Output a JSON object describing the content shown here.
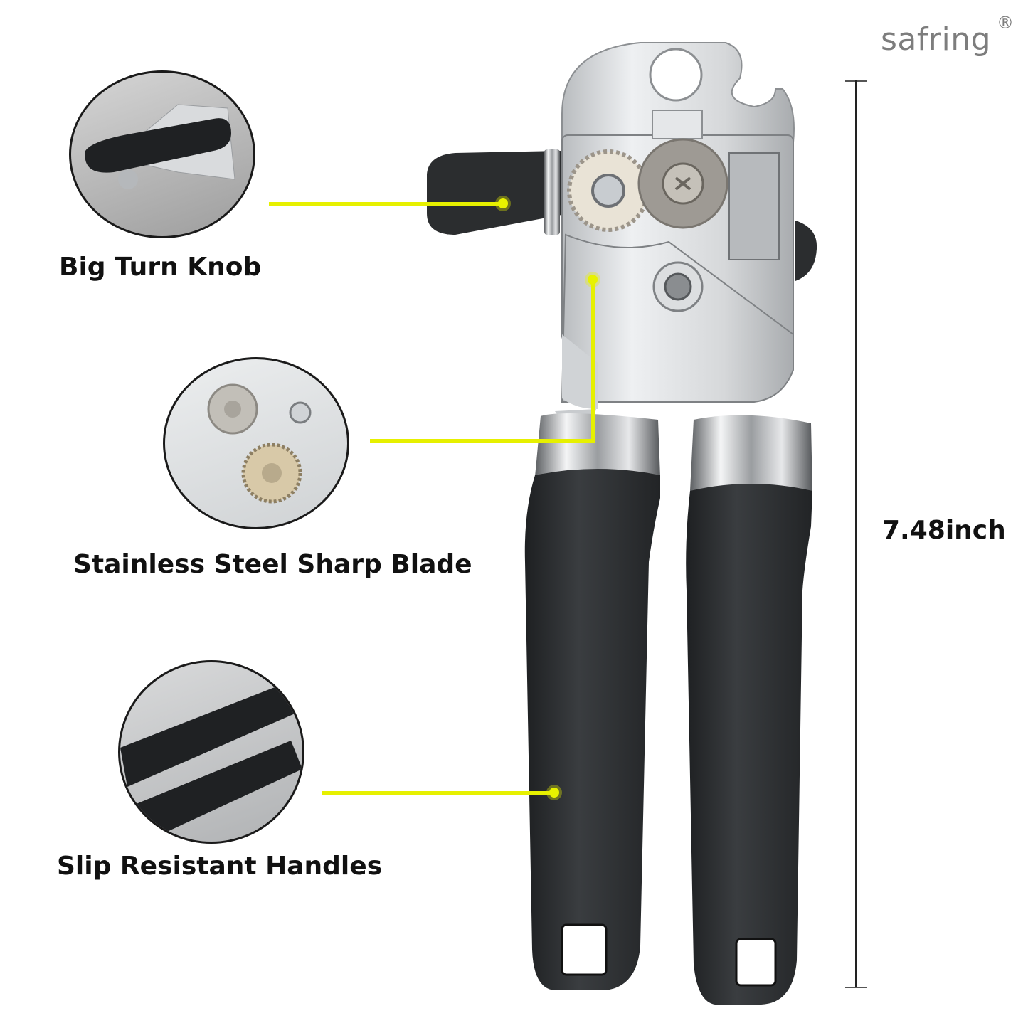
{
  "brand": {
    "name": "safring",
    "mark": "®",
    "color": "#7d7d7d"
  },
  "features": [
    {
      "label": "Big Turn Knob",
      "detail_image": "turn-knob-closeup"
    },
    {
      "label": "Stainless Steel Sharp Blade",
      "detail_image": "blade-gear-closeup"
    },
    {
      "label": "Slip Resistant Handles",
      "detail_image": "handles-closeup"
    }
  ],
  "dimension": {
    "value": "7.48inch"
  },
  "colors": {
    "leader_line": "#e6f000",
    "handle": "#2e3133",
    "steel": "#d8dadc",
    "text": "#111111"
  }
}
